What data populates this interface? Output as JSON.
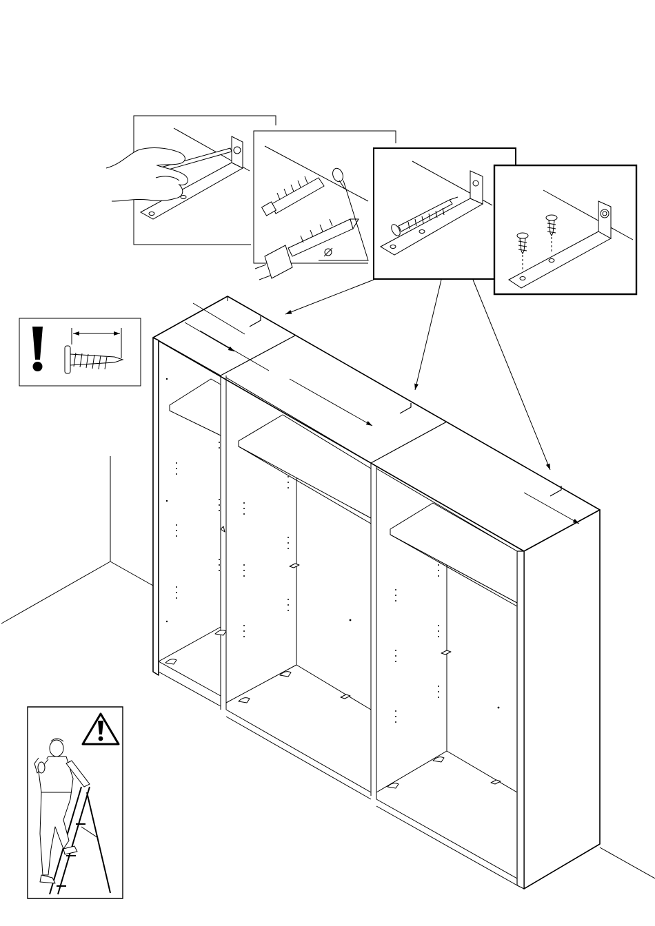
{
  "diagram": {
    "type": "assembly-instruction",
    "step_panels": [
      {
        "id": "mark-drill-position",
        "icons": [
          "pencil-icon",
          "hand-icon",
          "angle-bracket-icon"
        ]
      },
      {
        "id": "drill-and-plug",
        "icons": [
          "wall-plug-icon",
          "drill-bit-icon",
          "hole-marker-icon"
        ]
      },
      {
        "id": "screw-to-wall",
        "icons": [
          "long-screw-icon",
          "angle-bracket-icon"
        ]
      },
      {
        "id": "screw-to-cabinet",
        "icons": [
          "short-screw-icon",
          "angle-bracket-icon"
        ]
      }
    ],
    "notes": [
      {
        "id": "screw-length-warning",
        "icons": [
          "exclamation-icon",
          "screw-icon",
          "dimension-arrow-icon"
        ]
      },
      {
        "id": "ladder-safety-warning",
        "icons": [
          "warning-triangle-icon",
          "person-on-ladder-icon"
        ]
      }
    ],
    "assembly": {
      "cabinet_sections": 3,
      "wall_brackets": 3,
      "shelves": 3
    },
    "colors": {
      "stroke": "#000000",
      "background": "#ffffff"
    }
  }
}
